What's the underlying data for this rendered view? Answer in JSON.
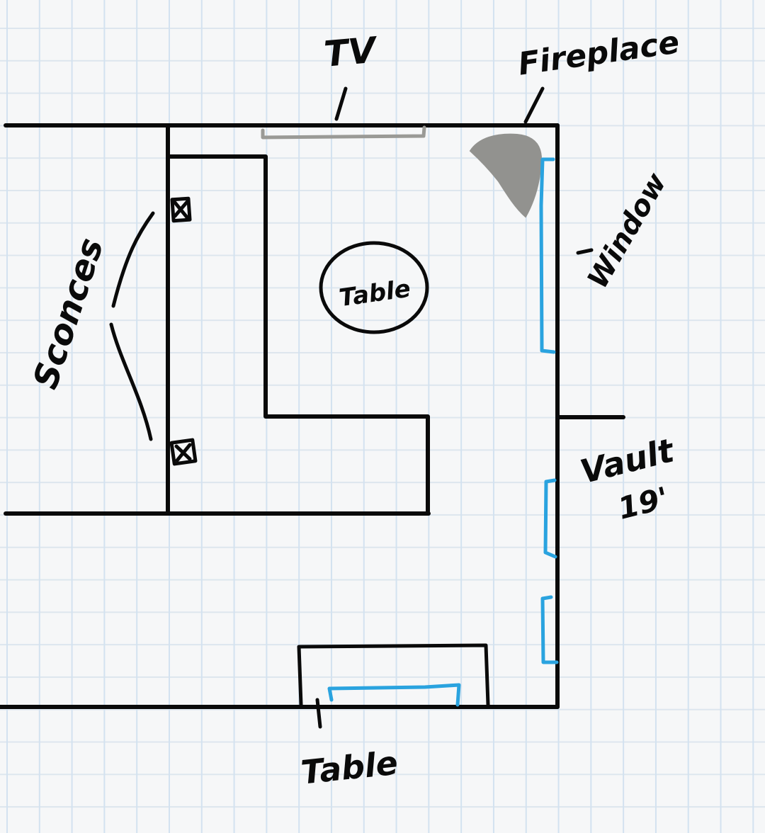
{
  "diagram": {
    "type": "floor-plan-sketch",
    "labels": {
      "tv": "TV",
      "fireplace": "Fireplace",
      "window": "Window",
      "sconces": "Sconces",
      "center_table": "Table",
      "bottom_table": "Table",
      "vault": "Vault",
      "vault_height": "19'"
    },
    "colors": {
      "wall": "#0a0a0a",
      "window": "#2aa3df",
      "tv": "#9a9a96",
      "fireplace": "#92928f",
      "grid": "#d3e2f0",
      "paper": "#f6f7f8"
    },
    "elements": [
      {
        "id": "tv",
        "label": "TV",
        "kind": "wall-mounted TV"
      },
      {
        "id": "fireplace",
        "label": "Fireplace",
        "kind": "corner fireplace"
      },
      {
        "id": "window-upper",
        "label": "Window",
        "kind": "window"
      },
      {
        "id": "window-lower-1",
        "kind": "window"
      },
      {
        "id": "window-lower-2",
        "kind": "window"
      },
      {
        "id": "sconce-1",
        "label": "Sconces",
        "kind": "wall sconce"
      },
      {
        "id": "sconce-2",
        "label": "Sconces",
        "kind": "wall sconce"
      },
      {
        "id": "round-table",
        "label": "Table",
        "kind": "round table"
      },
      {
        "id": "console-table",
        "label": "Table",
        "kind": "table with window"
      },
      {
        "id": "vault",
        "label": "Vault 19'",
        "kind": "ceiling note"
      }
    ]
  }
}
